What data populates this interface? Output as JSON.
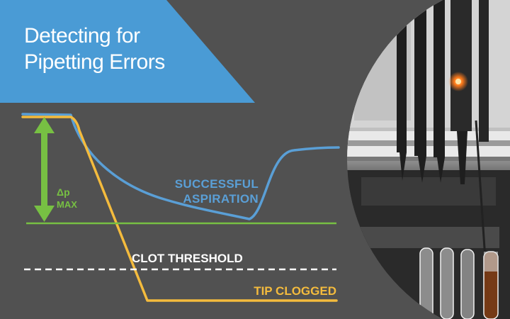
{
  "title": {
    "line1": "Detecting for",
    "line2": "Pipetting Errors"
  },
  "labels": {
    "delta_p": "Δp",
    "max": "MAX",
    "successful": "SUCCESSFUL",
    "aspiration": "ASPIRATION",
    "clot_threshold": "CLOT THRESHOLD",
    "tip_clogged": "TIP CLOGGED"
  },
  "colors": {
    "background": "#515151",
    "title_banner": "#4a9bd5",
    "successful_curve": "#5a9fd6",
    "clogged_curve": "#f4bb3d",
    "max_pressure": "#77c043",
    "threshold": "#ffffff"
  }
}
